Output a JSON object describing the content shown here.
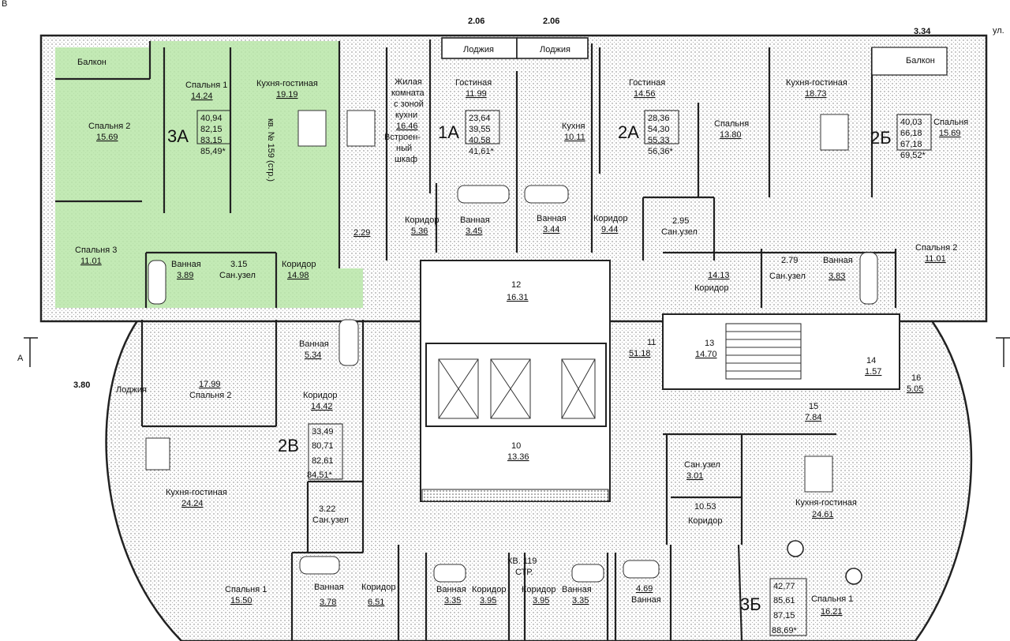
{
  "corner_mark": "В",
  "top_right_text": "ул.",
  "dimensions": {
    "d1": "2.06",
    "d2": "2.06",
    "d3": "3.34",
    "d4": "3.80"
  },
  "section_mark": "А",
  "apartments": [
    {
      "id": "3А",
      "areas": [
        "40,94",
        "82,15",
        "83,15"
      ],
      "total": "85,49*"
    },
    {
      "id": "1А",
      "areas": [
        "23,64",
        "39,55",
        "40,58"
      ],
      "total": "41,61*"
    },
    {
      "id": "2А",
      "areas": [
        "28,36",
        "54,30",
        "55,33"
      ],
      "total": "56,36*"
    },
    {
      "id": "2Б",
      "areas": [
        "40,03",
        "66,18",
        "67,18"
      ],
      "total": "69,52*"
    },
    {
      "id": "2В",
      "areas": [
        "33,49",
        "80,71",
        "82,61"
      ],
      "total": "84,51*"
    },
    {
      "id": "3Б",
      "areas": [
        "42,77",
        "85,61",
        "87,15"
      ],
      "total": "88,69*"
    }
  ],
  "rooms": {
    "balcony_left": "Балкон",
    "balcony_right": "Балкон",
    "loggia1": "Лоджия",
    "loggia2": "Лоджия",
    "loggia_left": "Лоджия",
    "sp1": "Спальня 1",
    "sp1_a": "14.24",
    "kg1": "Кухня-гостиная",
    "kg1_a": "19.19",
    "sp2": "Спальня 2",
    "sp2_a": "15.69",
    "sp3": "Спальня 3",
    "sp3_a": "11.01",
    "van1": "Ванная",
    "van1_a": "3.89",
    "su1_a": "3.15",
    "su1": "Сан.узел",
    "kor1": "Коридор",
    "kor1_a": "14.98",
    "apt_note": "кв. № 159 (стр.)",
    "studio": [
      "Жилая",
      "комната",
      "с зоной",
      "кухни",
      "16.46",
      "Встроен-",
      "ный",
      "шкаф"
    ],
    "s229": "2.29",
    "gost1": "Гостиная",
    "gost1_a": "11.99",
    "kor2": "Коридор",
    "kor2_a": "5.36",
    "van2": "Ванная",
    "van2_a": "3.45",
    "kux": "Кухня",
    "kux_a": "10.11",
    "van3": "Ванная",
    "van3_a": "3.44",
    "gost2": "Гостиная",
    "gost2_a": "14.56",
    "kor3": "Коридор",
    "kor3_a": "9.44",
    "spal": "Спальня",
    "spal_a": "13.80",
    "su2_a": "2.95",
    "su2": "Сан.узел",
    "kg2": "Кухня-гостиная",
    "kg2_a": "18.73",
    "sp2r": "Спальня",
    "sp2r_a": "15.69",
    "sp2b": "Спальня 2",
    "sp2b_a": "11.01",
    "su3_a": "2.79",
    "su3": "Сан.узел",
    "van4": "Ванная",
    "van4_a": "3.83",
    "kor4_a": "14.13",
    "kor4": "Коридор",
    "r12": "12",
    "r12_a": "16.31",
    "r11": "11",
    "r11_a": "51.18",
    "r13": "13",
    "r13_a": "14.70",
    "r14": "14",
    "r14_a": "1.57",
    "r16": "16",
    "r16_a": "5.05",
    "r15": "15",
    "r15_a": "7.84",
    "r10": "10",
    "r10_a": "13.36",
    "van5": "Ванная",
    "van5_a": "5.34",
    "sp2c_a": "17.99",
    "sp2c": "Спальня 2",
    "kor5": "Коридор",
    "kor5_a": "14.42",
    "kg3": "Кухня-гостиная",
    "kg3_a": "24.24",
    "su4_a": "3.22",
    "su4": "Сан.узел",
    "sp1c": "Спальня 1",
    "sp1c_a": "15.50",
    "van6": "Ванная",
    "van6_a": "3.78",
    "kor6": "Коридор",
    "kor6_a": "6.51",
    "van7": "Ванная",
    "van7_a": "3.35",
    "kor7": "Коридор",
    "kor7_a": "3.95",
    "kor8": "Коридор",
    "kor8_a": "3.95",
    "van8": "Ванная",
    "van8_a": "3.35",
    "kv119": "КВ. 119",
    "kv119b": "СТР.",
    "van9_a": "4.69",
    "van9": "Ванная",
    "su5": "Сан.узел",
    "su5_a": "3.01",
    "kor9_a": "10.53",
    "kor9": "Коридор",
    "kg4": "Кухня-гостиная",
    "kg4_a": "24.61",
    "sp1d": "Спальня 1",
    "sp1d_a": "16.21"
  },
  "colors": {
    "highlight": "#b9e6a8",
    "wall": "#222222"
  }
}
